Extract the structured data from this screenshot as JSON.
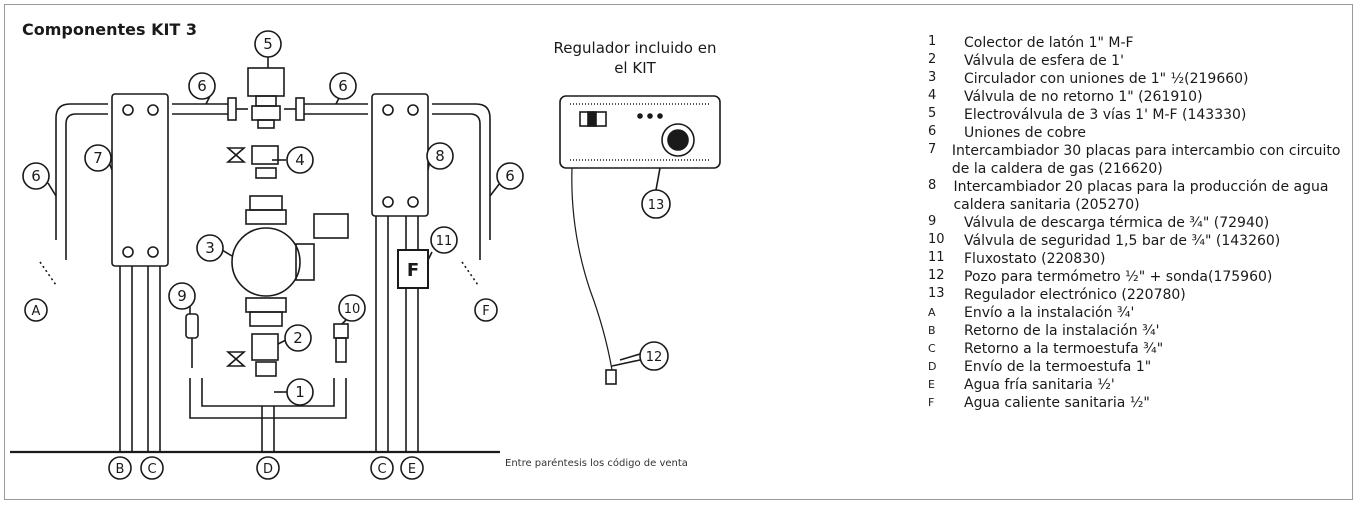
{
  "title": "Componentes KIT 3",
  "regulator_caption": [
    "Regulador incluido en",
    "el KIT"
  ],
  "footnote": "Entre paréntesis los código de venta",
  "diagram_labels": {
    "n1": "1",
    "n2": "2",
    "n3": "3",
    "n4": "4",
    "n5": "5",
    "n6": "6",
    "n7": "7",
    "n8": "8",
    "n9": "9",
    "n10": "10",
    "n11": "11",
    "n12": "12",
    "n13": "13",
    "A": "A",
    "B": "B",
    "C": "C",
    "D": "D",
    "E": "E",
    "F": "F",
    "flux": "F"
  },
  "legend": [
    {
      "num": "1",
      "text": "Colector de latón 1\" M-F"
    },
    {
      "num": "2",
      "text": "Válvula de esfera de 1'"
    },
    {
      "num": "3",
      "text": "Circulador con uniones de 1\" ½(219660)"
    },
    {
      "num": "4",
      "text": "Válvula de no retorno 1\" (261910)"
    },
    {
      "num": "5",
      "text": "Electroválvula de 3 vías 1' M-F (143330)"
    },
    {
      "num": "6",
      "text": "Uniones de cobre"
    },
    {
      "num": "7",
      "text": "Intercambiador 30 placas para intercambio con circuito de la caldera de gas (216620)"
    },
    {
      "num": "8",
      "text": "Intercambiador 20 placas para la producción de agua caldera sanitaria (205270)"
    },
    {
      "num": "9",
      "text": "Válvula de descarga térmica de ¾\" (72940)"
    },
    {
      "num": "10",
      "text": "Válvula de seguridad 1,5 bar de ¾\" (143260)"
    },
    {
      "num": "11",
      "text": "Fluxostato (220830)"
    },
    {
      "num": "12",
      "text": "Pozo para termómetro ½\" + sonda(175960)"
    },
    {
      "num": "13",
      "text": "Regulador electrónico (220780)"
    },
    {
      "num": "A",
      "text": "Envío a la instalación ¾'"
    },
    {
      "num": "B",
      "text": "Retorno de la instalación ¾'"
    },
    {
      "num": "C",
      "text": "Retorno a la termoestufa ¾\""
    },
    {
      "num": "D",
      "text": "Envío de la termoestufa 1\""
    },
    {
      "num": "E",
      "text": "Agua fría sanitaria ½'"
    },
    {
      "num": "F",
      "text": "Agua caliente sanitaria ½\""
    }
  ]
}
